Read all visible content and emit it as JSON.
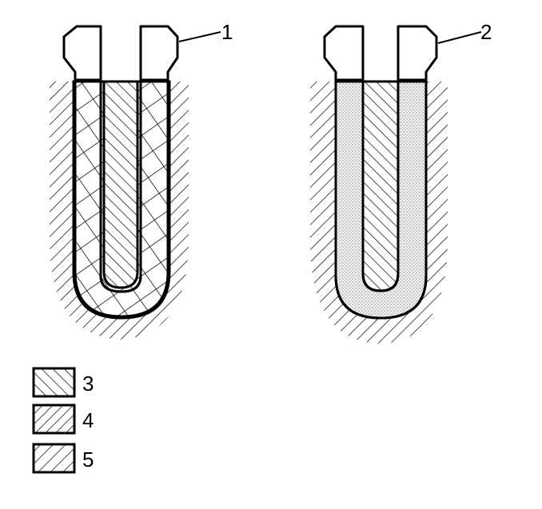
{
  "diagram": {
    "callouts": [
      {
        "id": "1",
        "label": "1"
      },
      {
        "id": "2",
        "label": "2"
      }
    ],
    "legend": [
      {
        "label": "3",
        "pattern": "hatch-forward"
      },
      {
        "label": "4",
        "pattern": "hatch-backward-dense"
      },
      {
        "label": "5",
        "pattern": "hatch-backward"
      }
    ],
    "colors": {
      "stroke": "#000000",
      "background": "#ffffff",
      "stipple": "#e6e6e6"
    }
  }
}
